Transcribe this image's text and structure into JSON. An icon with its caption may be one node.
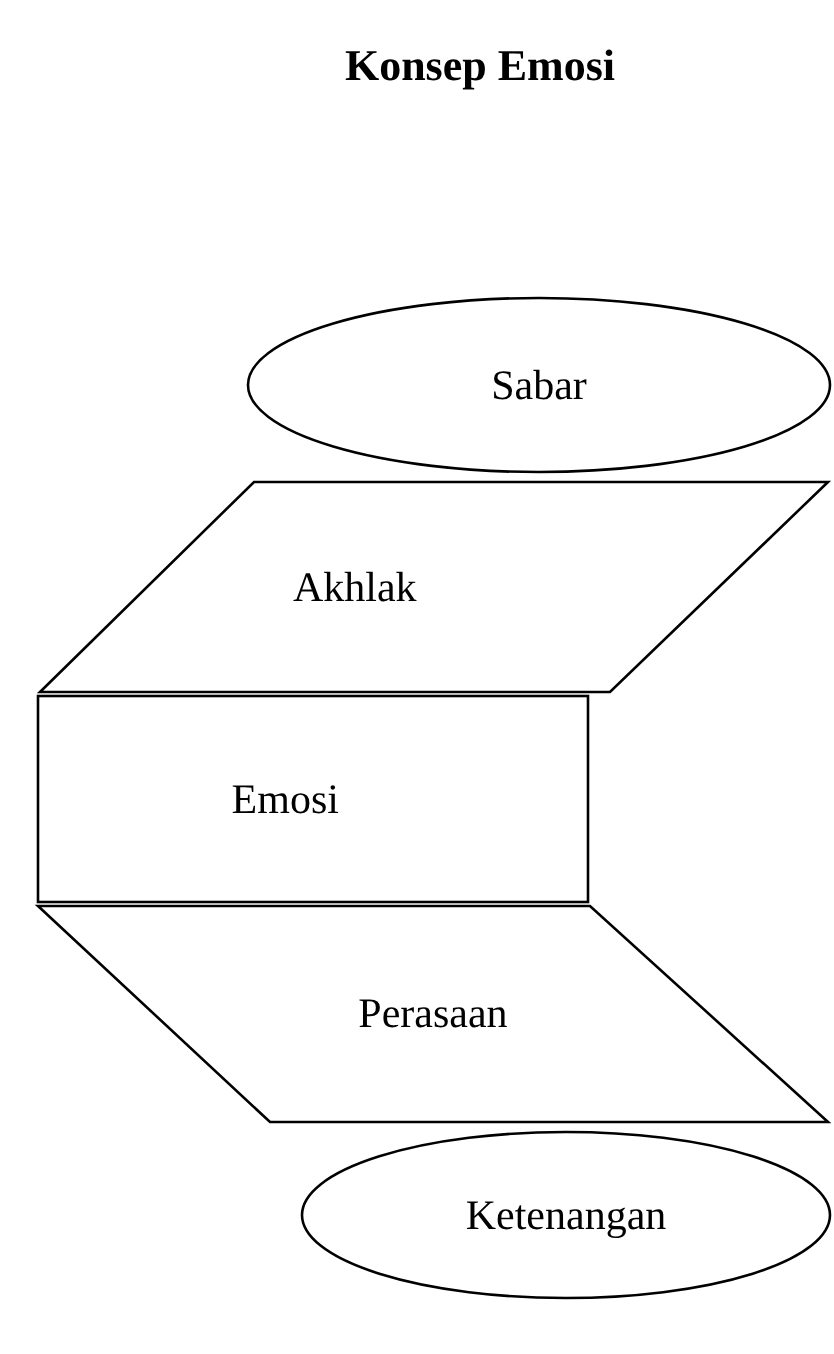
{
  "diagram": {
    "title": "Konsep Emosi",
    "nodes": [
      {
        "text": [
          "Sabar"
        ]
      },
      {
        "text": [
          "Akhlak"
        ]
      },
      {
        "text": [
          "Emosi"
        ]
      },
      {
        "text": [
          "Perasaan"
        ]
      },
      {
        "text": [
          "Ketenangan"
        ]
      }
    ]
  }
}
